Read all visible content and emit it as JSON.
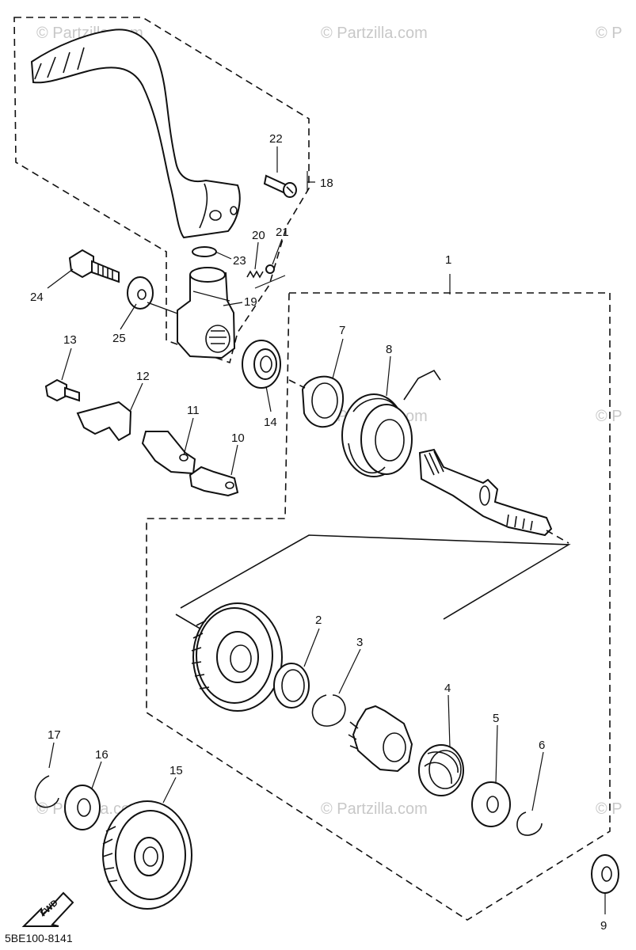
{
  "watermarks": {
    "w1": "© Partzilla.com",
    "w2": "© Partzilla.com",
    "w3": "© P",
    "w4": "© Partzilla.com",
    "w5": "© P",
    "w6": "© Partzilla.com",
    "w7": "© Partzilla.com",
    "w8": "© P"
  },
  "callouts": {
    "c1": "1",
    "c2": "2",
    "c3": "3",
    "c4": "4",
    "c5": "5",
    "c6": "6",
    "c7": "7",
    "c8": "8",
    "c9": "9",
    "c10": "10",
    "c11": "11",
    "c12": "12",
    "c13": "13",
    "c14": "14",
    "c15": "15",
    "c16": "16",
    "c17": "17",
    "c18": "18",
    "c19": "19",
    "c20": "20",
    "c21": "21",
    "c22": "22",
    "c23": "23",
    "c24": "24",
    "c25": "25"
  },
  "fwd_label": "FWD",
  "diagram_code": "5BE100-8141"
}
